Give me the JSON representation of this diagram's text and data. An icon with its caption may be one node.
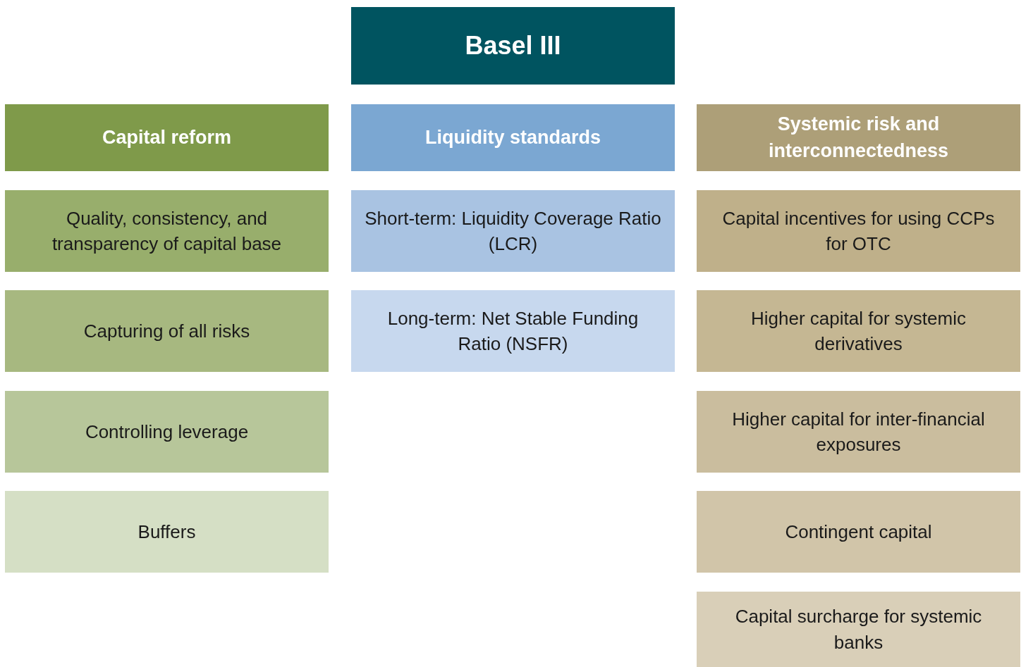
{
  "diagram": {
    "nodes": [
      {
        "text": [
          "Basel III"
        ]
      },
      {
        "text": [
          "Capital reform"
        ]
      },
      {
        "text": [
          "Liquidity standards"
        ]
      },
      {
        "text": [
          "Systemic risk and interconnectedness"
        ]
      },
      {
        "text": [
          "Quality, consistency, and transparency of capital base"
        ]
      },
      {
        "text": [
          "Short-term: Liquidity Coverage Ratio (LCR)"
        ]
      },
      {
        "text": [
          "Capital incentives for using CCPs for OTC"
        ]
      },
      {
        "text": [
          "Capturing of all risks"
        ]
      },
      {
        "text": [
          "Long-term: Net Stable Funding Ratio (NSFR)"
        ]
      },
      {
        "text": [
          "Higher capital for systemic derivatives"
        ]
      },
      {
        "text": [
          "Controlling leverage"
        ]
      },
      {
        "text": [
          "Higher capital for inter-financial exposures"
        ]
      },
      {
        "text": [
          "Buffers"
        ]
      },
      {
        "text": [
          "Contingent capital"
        ]
      },
      {
        "text": [
          "Capital surcharge for systemic banks"
        ]
      }
    ]
  }
}
